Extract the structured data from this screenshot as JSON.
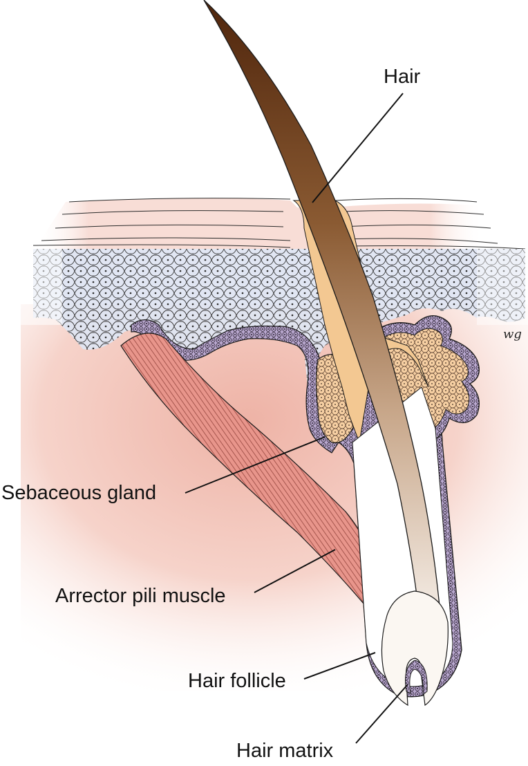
{
  "labels": {
    "hair": "Hair",
    "sebaceous_gland": "Sebaceous gland",
    "arrector_pili_muscle": "Arrector pili muscle",
    "hair_follicle": "Hair follicle",
    "hair_matrix": "Hair matrix"
  },
  "signature": "wg",
  "colors": {
    "dermis": "#f1c6bc",
    "stratum_corneum": "#f7dcd4",
    "epidermis_cells": "#dfe5f2",
    "basal_layer": "#b7a6cc",
    "muscle": "#e8938a",
    "gland": "#f6cfa2",
    "hair_top": "#5a2e10",
    "hair_bottom": "#f3ece4",
    "outline": "#1a1a1a"
  }
}
